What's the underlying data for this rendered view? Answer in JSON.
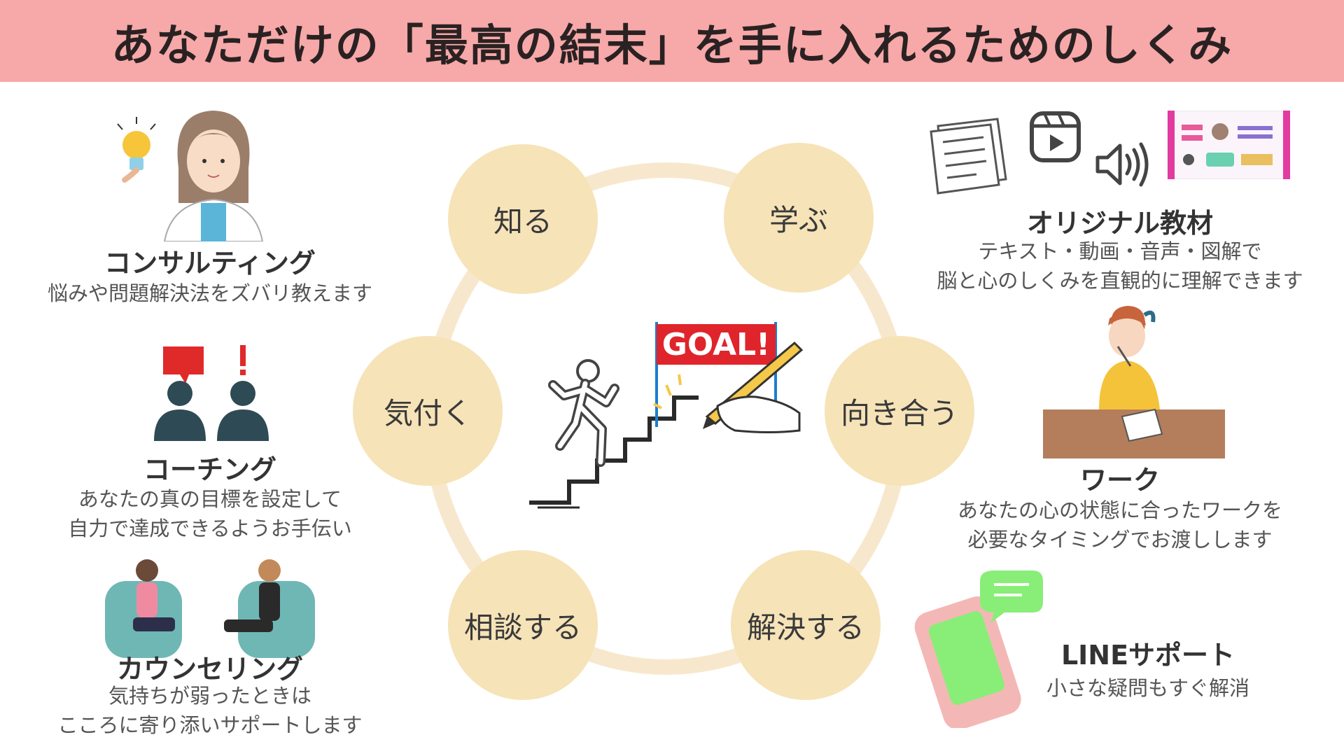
{
  "header": {
    "title": "あなただけの「最高の結末」を手に入れるためのしくみ"
  },
  "cycle": {
    "steps": [
      "知る",
      "学ぶ",
      "向き合う",
      "解決する",
      "相談する",
      "気付く"
    ],
    "center_sign": "GOAL!"
  },
  "left": {
    "consulting": {
      "title": "コンサルティング",
      "lines": [
        "悩みや問題解決法をズバリ教えます"
      ]
    },
    "coaching": {
      "title": "コーチング",
      "lines": [
        "あなたの真の目標を設定して",
        "自力で達成できるようお手伝い"
      ]
    },
    "counseling": {
      "title": "カウンセリング",
      "lines": [
        "気持ちが弱ったときは",
        "こころに寄り添いサポートします"
      ]
    }
  },
  "right": {
    "materials": {
      "title": "オリジナル教材",
      "lines": [
        "テキスト・動画・音声・図解で",
        "脳と心のしくみを直観的に理解できます"
      ]
    },
    "work": {
      "title": "ワーク",
      "lines": [
        "あなたの心の状態に合ったワークを",
        "必要なタイミングでお渡しします"
      ]
    },
    "line": {
      "title": "LINEサポート",
      "lines": [
        "小さな疑問もすぐ解消"
      ]
    }
  },
  "icons": [
    "lightbulb-icon",
    "consultant-woman-icon",
    "coaching-people-icon",
    "counseling-scene-icon",
    "document-icon",
    "video-play-icon",
    "speaker-icon",
    "diagram-thumbnail-icon",
    "writing-woman-icon",
    "smartphone-chat-icon",
    "stairs-runner-icon",
    "goal-banner-icon"
  ],
  "colors": {
    "header_bg": "#f7a8a8",
    "node_fill": "#f6e3b8",
    "ring": "#f7e8cd",
    "goal_red": "#e0242b",
    "line_green": "#88ee77"
  }
}
